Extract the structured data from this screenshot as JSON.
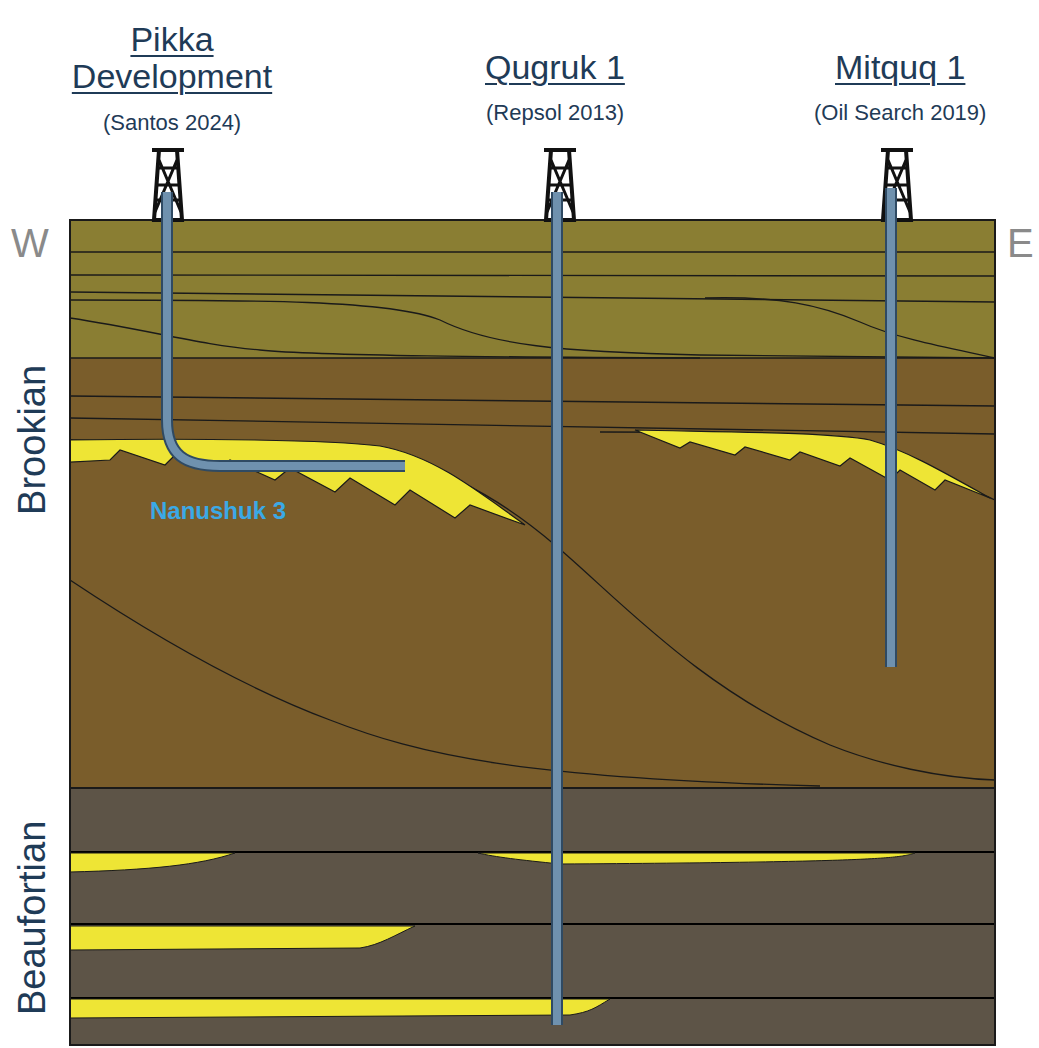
{
  "diagram": {
    "labels": [
      "Pikka Development",
      "(Santos 2024)",
      "Qugruk 1",
      "(Repsol 2013)",
      "Mitquq 1",
      "(Oil Search 2019)",
      "W",
      "E",
      "Brookian",
      "Beaufortian",
      "Nanushuk 3"
    ]
  }
}
